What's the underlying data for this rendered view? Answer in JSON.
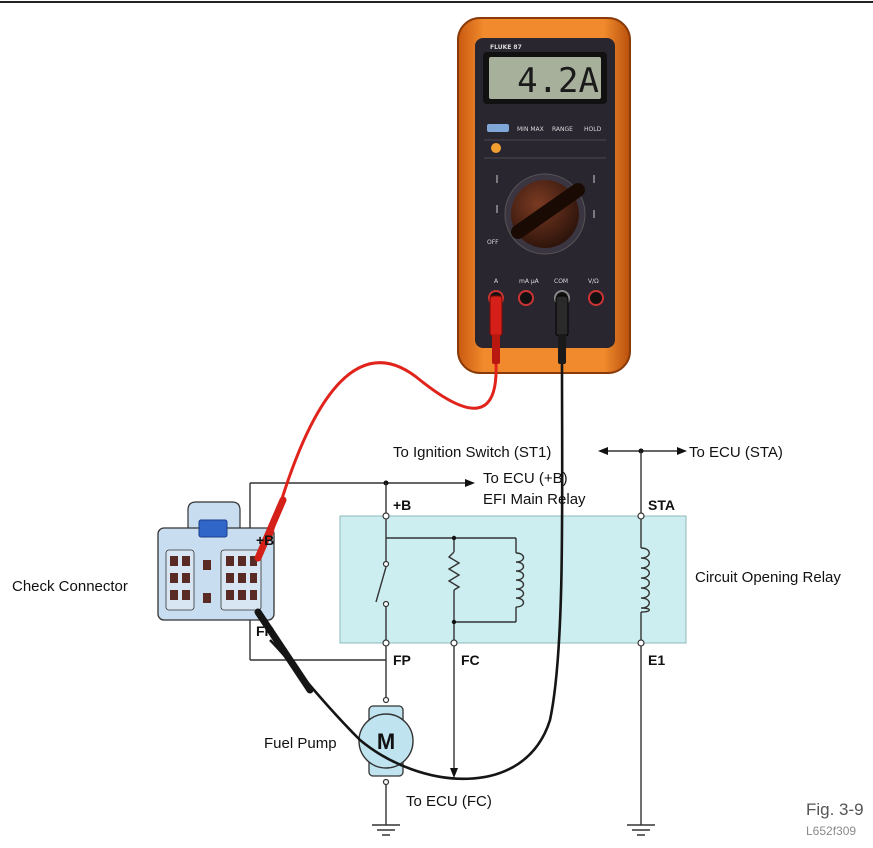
{
  "meter": {
    "brand": "FLUKE 87",
    "reading": "4.2A",
    "off_label": "OFF",
    "jack_labels": [
      "A",
      "mA µA",
      "COM",
      "V/Ω"
    ],
    "button_labels": [
      "MIN MAX",
      "RANGE",
      "HOLD"
    ]
  },
  "labels": {
    "ignition_switch": "To Ignition Switch (ST1)",
    "to_ecu_sta": "To ECU (STA)",
    "to_ecu_b": "To ECU (+B)",
    "efi_main_relay": "EFI Main Relay",
    "plus_b": "+B",
    "sta": "STA",
    "circuit_opening_relay": "Circuit Opening Relay",
    "check_connector": "Check Connector",
    "connector_plus_b": "+B",
    "connector_fp": "FP",
    "fp": "FP",
    "fc": "FC",
    "e1": "E1",
    "fuel_pump": "Fuel Pump",
    "motor": "M",
    "to_ecu_fc": "To ECU (FC)",
    "fig_caption": "Fig. 3-9",
    "fig_code": "L652f309"
  },
  "colors": {
    "meter_body": "#e8731c",
    "meter_face": "#2a2630",
    "relay_box": "#cdeef0",
    "connector": "#c9ddf0",
    "test_lead_red": "#e0231b",
    "test_lead_black": "#151515"
  }
}
